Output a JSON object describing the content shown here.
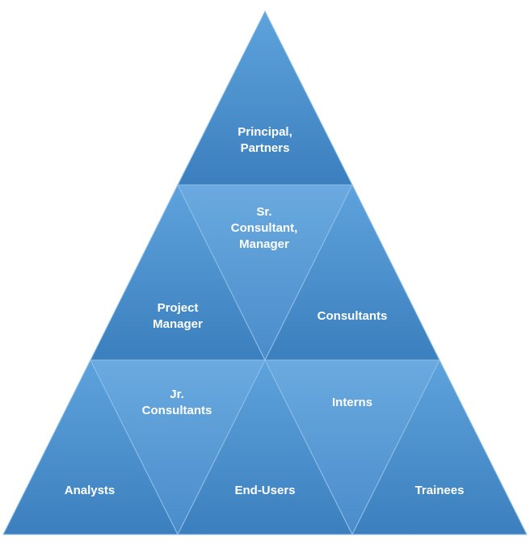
{
  "colors": {
    "fill_light": "#5a9fd8",
    "fill_dark": "#3a7fbd",
    "divider": "#8fbfe8"
  },
  "tiers": [
    {
      "label": "Principal,\nPartners"
    },
    {
      "label": "Project\nManager"
    },
    {
      "label": "Sr.\nConsultant,\nManager"
    },
    {
      "label": "Consultants"
    },
    {
      "label": "Analysts"
    },
    {
      "label": "Jr.\nConsultants"
    },
    {
      "label": "End-Users"
    },
    {
      "label": "Interns"
    },
    {
      "label": "Trainees"
    }
  ]
}
